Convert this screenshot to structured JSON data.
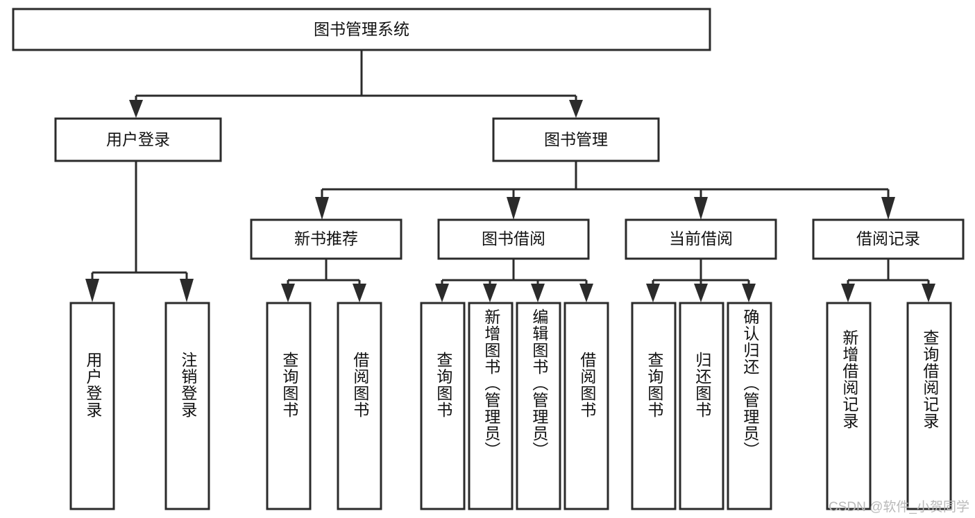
{
  "diagram": {
    "title": "图书管理系统",
    "type": "tree-hierarchy",
    "levels": 4,
    "root": {
      "id": "root",
      "label": "图书管理系统"
    },
    "level2": [
      {
        "id": "user-login",
        "label": "用户登录"
      },
      {
        "id": "book-manage",
        "label": "图书管理"
      }
    ],
    "level3": [
      {
        "id": "new-book-rec",
        "label": "新书推荐",
        "parent": "book-manage"
      },
      {
        "id": "book-borrow",
        "label": "图书借阅",
        "parent": "book-manage"
      },
      {
        "id": "current-borrow",
        "label": "当前借阅",
        "parent": "book-manage"
      },
      {
        "id": "borrow-record",
        "label": "借阅记录",
        "parent": "book-manage"
      }
    ],
    "leaves": [
      {
        "id": "leaf-user-login",
        "label": "用户登录",
        "parent": "user-login"
      },
      {
        "id": "leaf-logout-login",
        "label": "注销登录",
        "parent": "user-login"
      },
      {
        "id": "leaf-query-book-1",
        "label": "查询图书",
        "parent": "new-book-rec"
      },
      {
        "id": "leaf-borrow-book-1",
        "label": "借阅图书",
        "parent": "new-book-rec"
      },
      {
        "id": "leaf-query-book-2",
        "label": "查询图书",
        "parent": "book-borrow"
      },
      {
        "id": "leaf-add-book",
        "label": "新增图书（管理员）",
        "parent": "book-borrow"
      },
      {
        "id": "leaf-edit-book",
        "label": "编辑图书（管理员）",
        "parent": "book-borrow"
      },
      {
        "id": "leaf-borrow-book-2",
        "label": "借阅图书",
        "parent": "book-borrow"
      },
      {
        "id": "leaf-query-book-3",
        "label": "查询图书",
        "parent": "current-borrow"
      },
      {
        "id": "leaf-return-book",
        "label": "归还图书",
        "parent": "current-borrow"
      },
      {
        "id": "leaf-confirm-return",
        "label": "确认归还（管理员）",
        "parent": "current-borrow"
      },
      {
        "id": "leaf-add-record",
        "label": "新增借阅记录",
        "parent": "borrow-record"
      },
      {
        "id": "leaf-query-record",
        "label": "查询借阅记录",
        "parent": "borrow-record"
      }
    ],
    "colors": {
      "box_fill": "#ffffff",
      "box_stroke": "#2b2b2b",
      "text": "#111111",
      "background": "#ffffff",
      "watermark": "#b9b9b9"
    }
  },
  "watermark": {
    "text": "CSDN @软件_小贺同学"
  }
}
